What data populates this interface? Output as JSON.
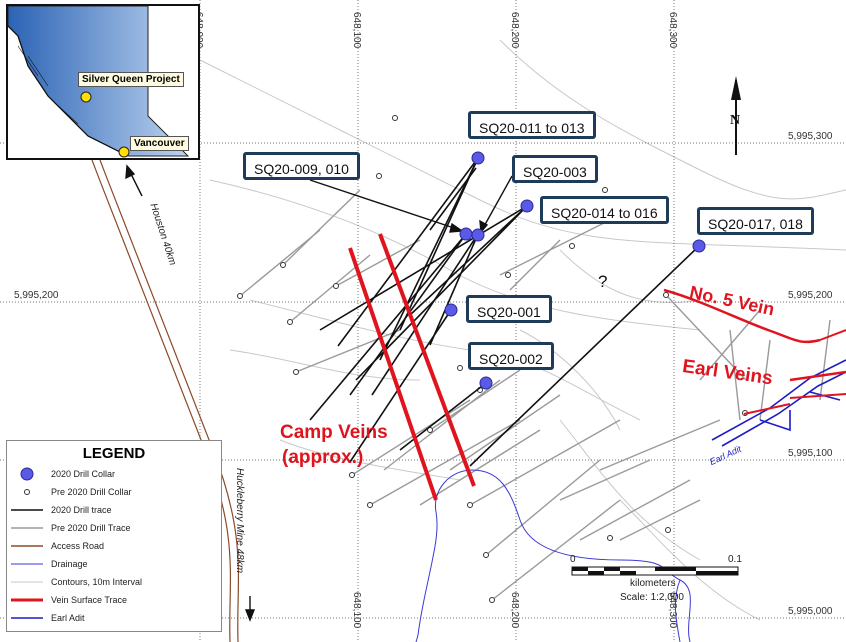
{
  "grid": {
    "eastings": [
      "648,000",
      "648,100",
      "648,200",
      "648,300"
    ],
    "eastings_bottom": [
      "648,100",
      "648,200",
      "648,300"
    ],
    "northings": [
      "5,995,300",
      "5,995,200",
      "5,995,100",
      "5,995,000"
    ],
    "northings_left": [
      "5,995,200"
    ]
  },
  "callouts": {
    "c1": "SQ20-011 to 013",
    "c2": "SQ20-009, 010",
    "c3": "SQ20-003",
    "c4": "SQ20-014 to 016",
    "c5": "SQ20-017, 018",
    "c6": "SQ20-001",
    "c7": "SQ20-002"
  },
  "veins": {
    "no5": "No. 5 Vein",
    "earl": "Earl Veins",
    "camp_line1": "Camp Veins",
    "camp_line2": "(approx.)"
  },
  "labels": {
    "earl_adit": "Earl Adit",
    "question": "?",
    "houston": "Houston 40km",
    "huckleberry": "Huckleberry Mine 48km"
  },
  "north": "N",
  "scale": {
    "zero": "0",
    "max": "0.1",
    "unit": "kilometers",
    "ratio": "Scale: 1:2,000"
  },
  "inset": {
    "project": "Silver Queen Project",
    "city": "Vancouver"
  },
  "legend": {
    "title": "LEGEND",
    "items": [
      {
        "label": "2020 Drill Collar"
      },
      {
        "label": "Pre 2020 Drill Collar"
      },
      {
        "label": "2020 Drill trace"
      },
      {
        "label": "Pre 2020 Drill Trace"
      },
      {
        "label": "Access Road"
      },
      {
        "label": "Drainage"
      },
      {
        "label": "Contours, 10m Interval"
      },
      {
        "label": "Vein Surface Trace"
      },
      {
        "label": "Earl Adit"
      }
    ]
  },
  "colors": {
    "collar_2020": "#5a5ae6",
    "vein": "#e0141e",
    "drainage": "#3a3ad6",
    "road": "#8b4a2a",
    "callout_border": "#1f3b5a"
  }
}
